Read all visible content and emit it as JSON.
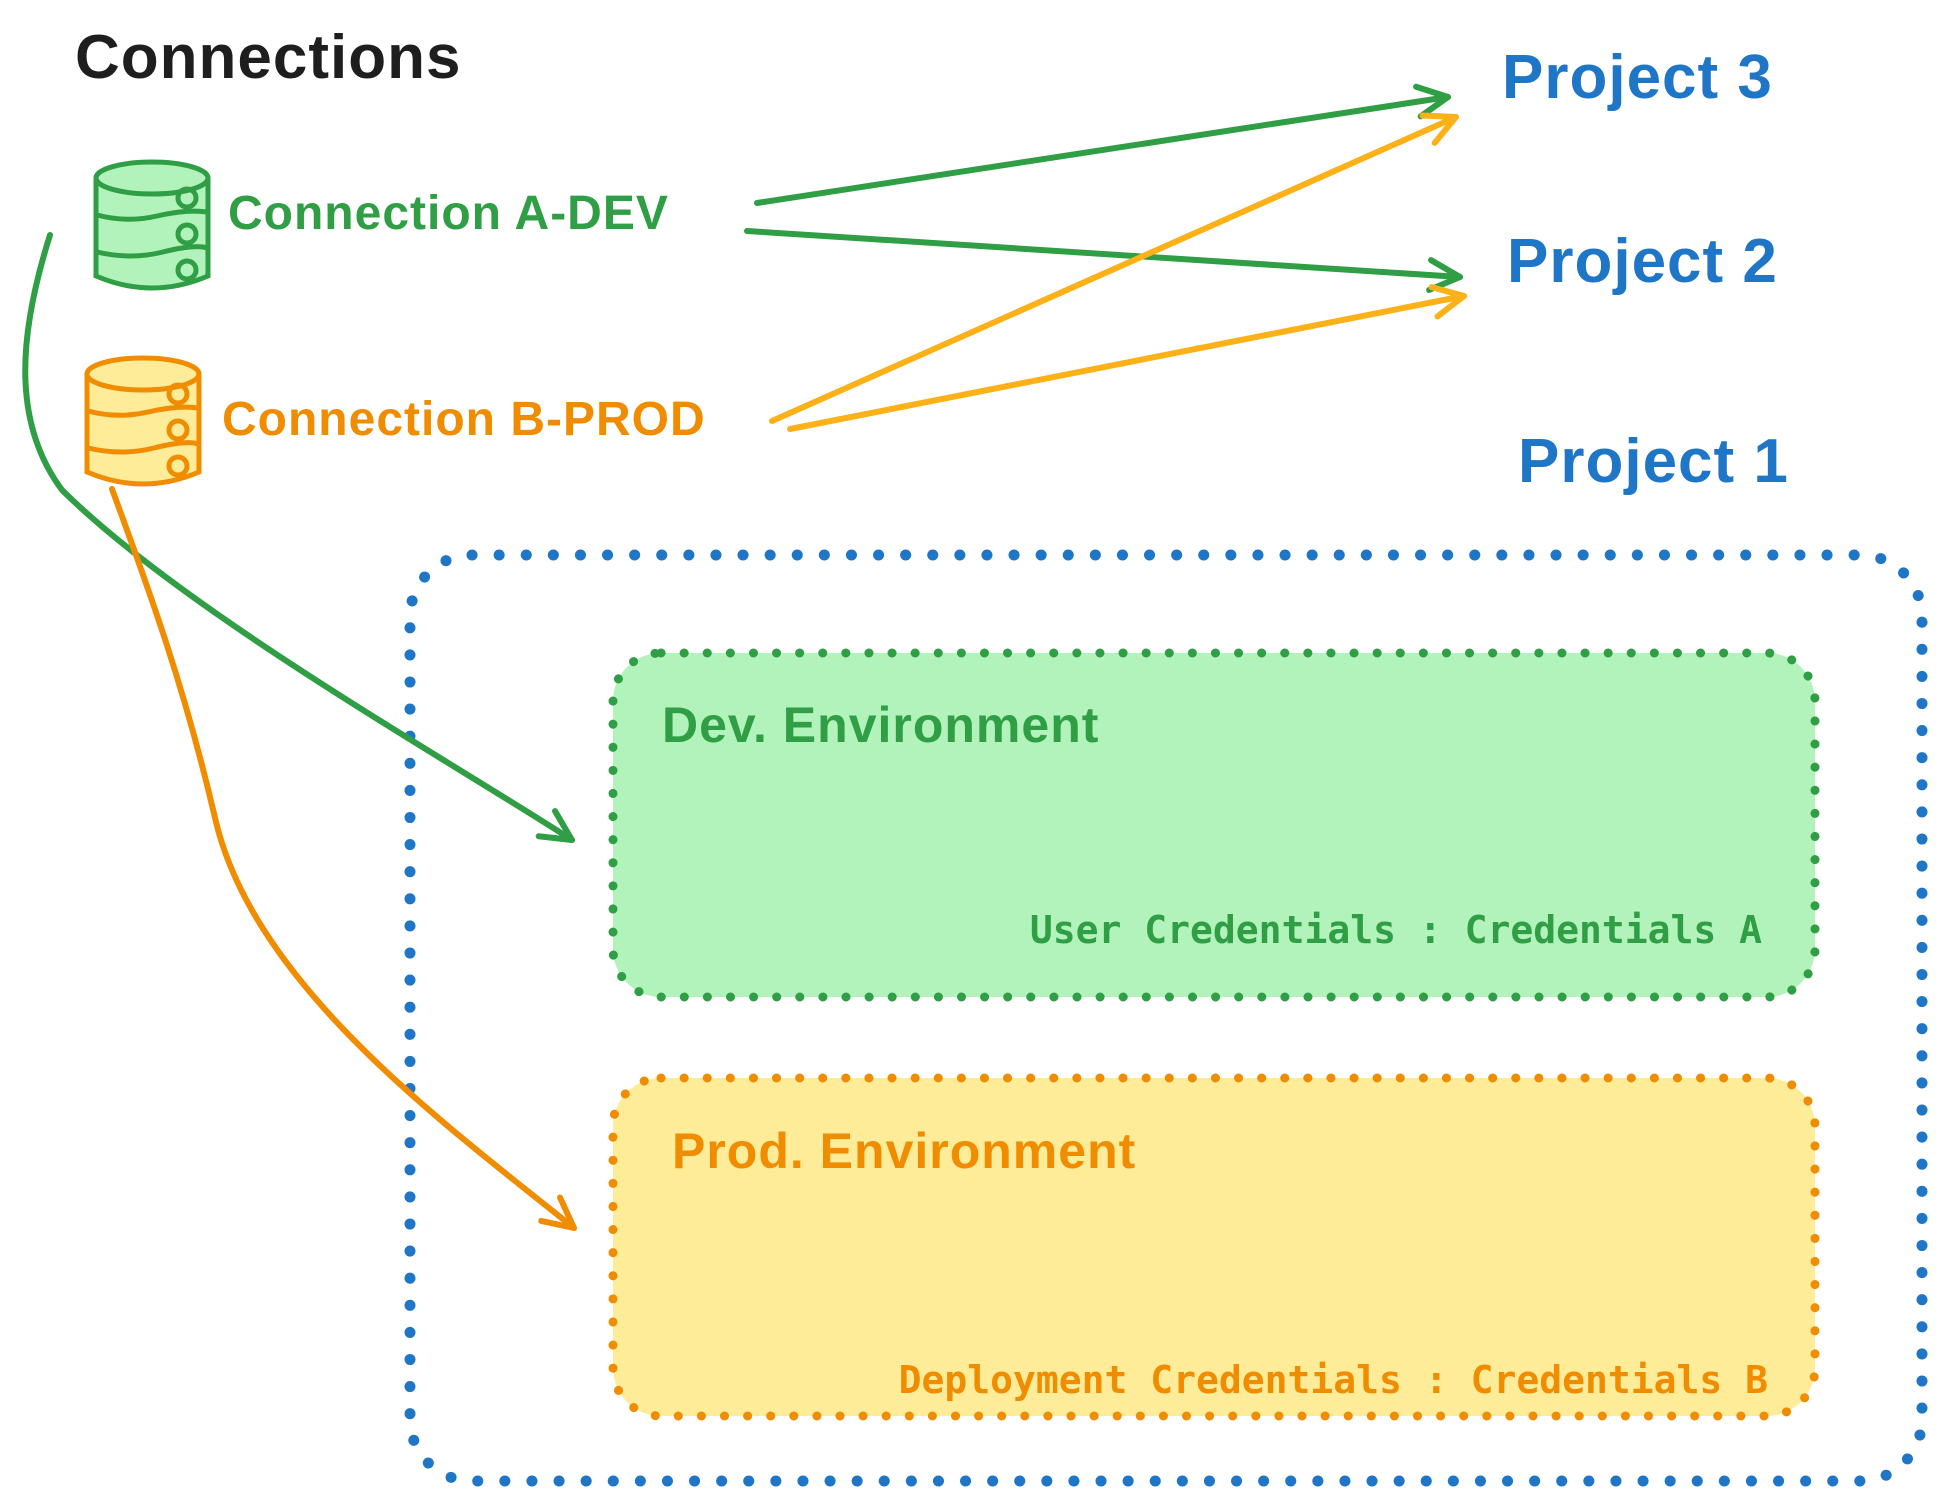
{
  "title": "Connections",
  "colors": {
    "ink": "#1e1e1e",
    "green": "#2f9e44",
    "green_fill": "#b2f2bb",
    "orange": "#f08c00",
    "orange_fill": "#ffec99",
    "amber_arrow": "#fbb117",
    "blue": "#1f76c6"
  },
  "connections": [
    {
      "label": "Connection A-DEV",
      "icon": "database-icon",
      "color": "#2f9e44"
    },
    {
      "label": "Connection B-PROD",
      "icon": "database-icon",
      "color": "#f08c00"
    }
  ],
  "projects": [
    {
      "label": "Project 3"
    },
    {
      "label": "Project 2"
    },
    {
      "label": "Project 1"
    }
  ],
  "project1": {
    "environments": [
      {
        "title": "Dev. Environment",
        "credentials": "User Credentials : Credentials A",
        "color": "#2f9e44",
        "fill": "#b2f2bb"
      },
      {
        "title": "Prod. Environment",
        "credentials": "Deployment Credentials : Credentials B",
        "color": "#f08c00",
        "fill": "#ffec99"
      }
    ]
  },
  "arrows": [
    {
      "from": "Connection A-DEV",
      "to": "Project 3"
    },
    {
      "from": "Connection A-DEV",
      "to": "Project 2"
    },
    {
      "from": "Connection B-PROD",
      "to": "Project 3"
    },
    {
      "from": "Connection B-PROD",
      "to": "Project 2"
    },
    {
      "from": "Connection A-DEV",
      "to": "Dev. Environment"
    },
    {
      "from": "Connection B-PROD",
      "to": "Prod. Environment"
    }
  ]
}
